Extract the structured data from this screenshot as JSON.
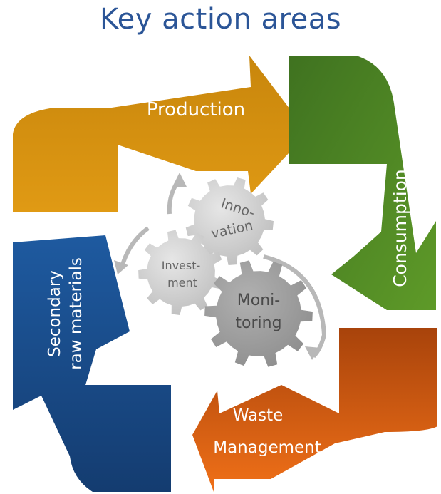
{
  "title": "Key action areas",
  "areas": {
    "production": "Production",
    "consumption": "Consumption",
    "waste_line1": "Waste",
    "waste_line2": "Management",
    "secondary_line1": "Secondary",
    "secondary_line2": "raw materials"
  },
  "gears": {
    "innovation_line1": "Inno-",
    "innovation_line2": "vation",
    "investment_line1": "Invest-",
    "investment_line2": "ment",
    "monitoring_line1": "Moni-",
    "monitoring_line2": "toring"
  },
  "colors": {
    "title": "#2b5597",
    "production": "#d4920f",
    "consumption": "#4e7c1f",
    "waste": "#e06a10",
    "secondary": "#1f4f8c",
    "gear_light": "#d4d4d4",
    "gear_mid": "#bcbcbc",
    "gear_dark": "#9a9a9a"
  }
}
